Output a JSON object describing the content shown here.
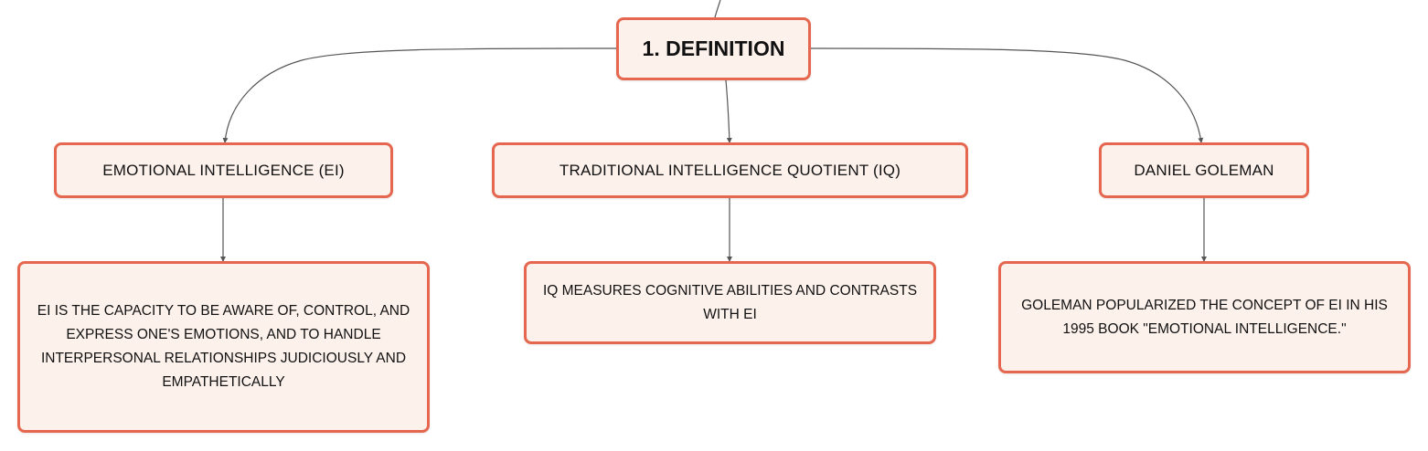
{
  "diagram": {
    "root": {
      "label": "1. DEFINITION"
    },
    "topics": [
      {
        "label": "EMOTIONAL INTELLIGENCE (EI)",
        "detail": "EI IS THE CAPACITY TO BE AWARE OF, CONTROL, AND EXPRESS ONE'S EMOTIONS, AND TO HANDLE INTERPERSONAL RELATIONSHIPS JUDICIOUSLY AND EMPATHETICALLY"
      },
      {
        "label": "TRADITIONAL INTELLIGENCE QUOTIENT (IQ)",
        "detail": "IQ MEASURES COGNITIVE ABILITIES AND CONTRASTS WITH EI"
      },
      {
        "label": "DANIEL GOLEMAN",
        "detail": "GOLEMAN POPULARIZED THE CONCEPT OF EI IN HIS 1995 BOOK \"EMOTIONAL INTELLIGENCE.\""
      }
    ]
  },
  "colors": {
    "node_border": "#e5674f",
    "node_fill": "#fdf1ec",
    "connector": "#555555",
    "text": "#111111"
  }
}
